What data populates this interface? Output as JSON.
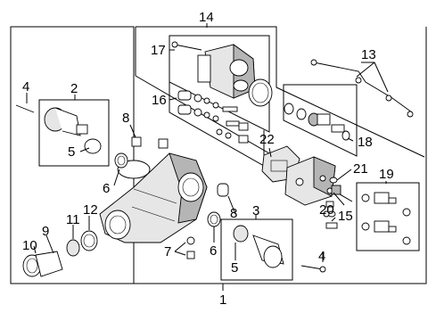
{
  "callouts": {
    "c1": "1",
    "c2": "2",
    "c3": "3",
    "c4a": "4",
    "c4b": "4",
    "c5a": "5",
    "c5b": "5",
    "c6a": "6",
    "c6b": "6",
    "c7": "7",
    "c8a": "8",
    "c8b": "8",
    "c9": "9",
    "c10": "10",
    "c11": "11",
    "c12": "12",
    "c13": "13",
    "c14": "14",
    "c15": "15",
    "c16": "16",
    "c17": "17",
    "c18": "18",
    "c19": "19",
    "c20": "20",
    "c21": "21",
    "c22": "22"
  }
}
